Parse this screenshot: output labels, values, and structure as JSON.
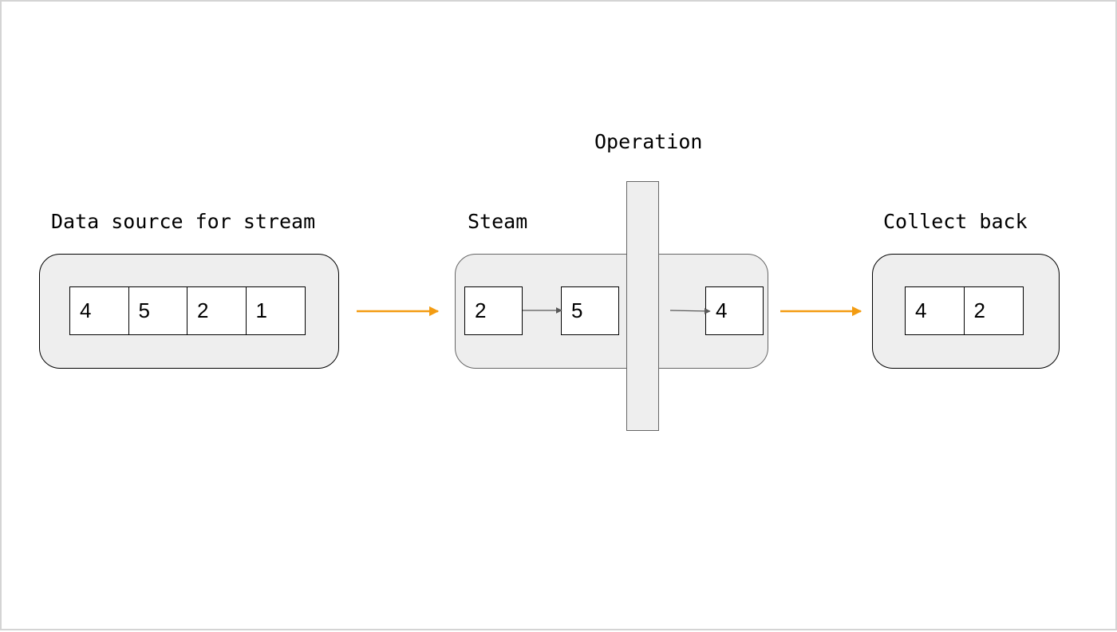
{
  "labels": {
    "source": "Data source for stream",
    "stream": "Steam",
    "operation": "Operation",
    "collect": "Collect back"
  },
  "source_values": [
    "4",
    "5",
    "2",
    "1"
  ],
  "stream_values": [
    "2",
    "5"
  ],
  "filtered_value": "4",
  "collected_values": [
    "4",
    "2"
  ],
  "colors": {
    "flow_arrow": "#f39c12",
    "inner_arrow": "#595959",
    "panel_fill": "#eeeeee"
  }
}
